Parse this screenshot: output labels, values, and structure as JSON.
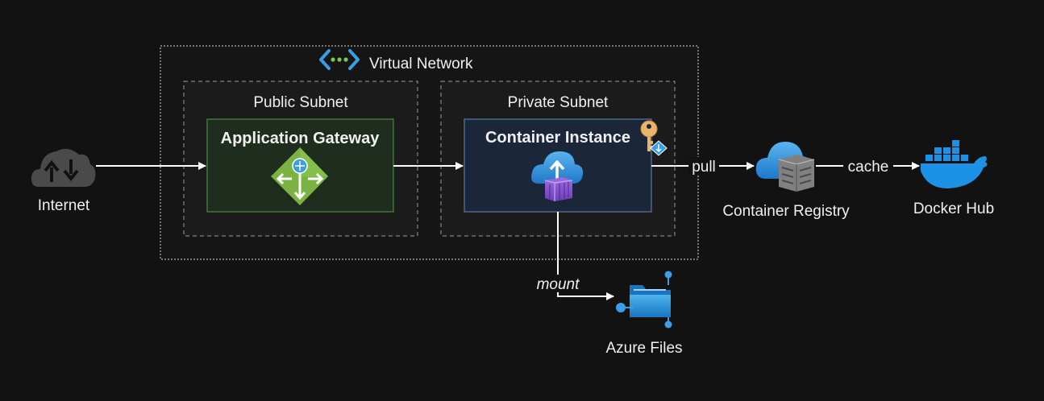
{
  "nodes": {
    "internet": "Internet",
    "vnet": "Virtual Network",
    "public_subnet": "Public Subnet",
    "private_subnet": "Private Subnet",
    "app_gateway": "Application Gateway",
    "container_instance": "Container Instance",
    "container_registry": "Container Registry",
    "docker_hub": "Docker Hub",
    "azure_files": "Azure Files"
  },
  "edges": {
    "pull": "pull",
    "cache": "cache",
    "mount": "mount"
  },
  "icons": {
    "internet": "cloud-upload-download-icon",
    "vnet": "virtual-network-icon",
    "app_gateway": "application-gateway-icon",
    "container_instance": "container-instance-icon",
    "key": "key-icon",
    "container_registry": "container-registry-icon",
    "docker_hub": "docker-whale-icon",
    "azure_files": "azure-files-icon"
  },
  "colors": {
    "background": "#121212",
    "arrow": "#ffffff",
    "app_gateway_fill": "#1e2d1e",
    "app_gateway_border": "#4a8a3c",
    "container_fill": "#1b2638",
    "container_border": "#5a7aa6",
    "docker_blue": "#1d91e6",
    "azure_blue": "#3a9ee6"
  }
}
